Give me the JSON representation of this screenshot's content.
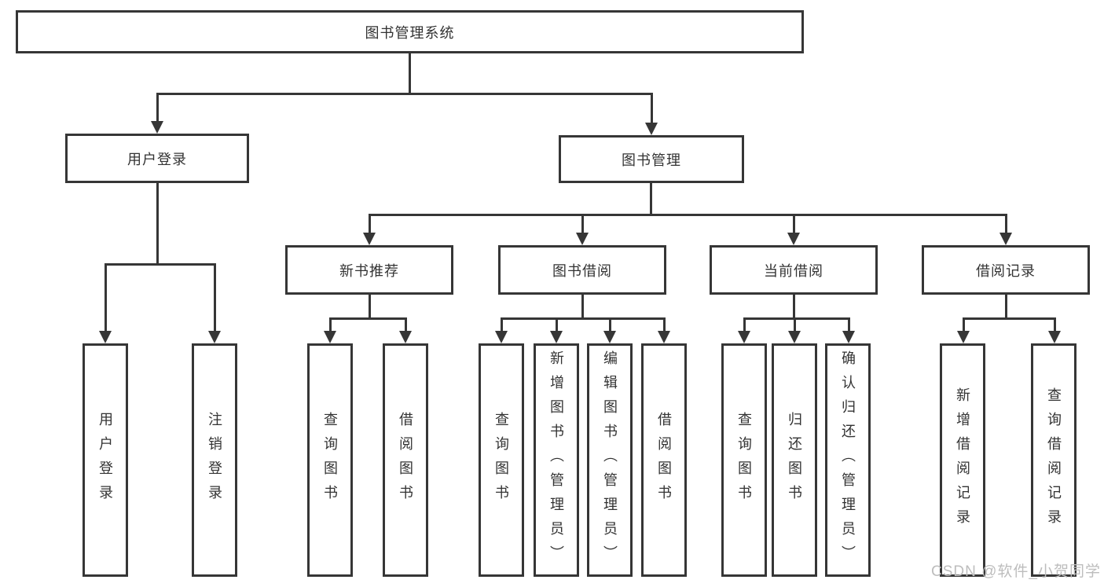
{
  "watermark": "CSDN @软件_小贺同学",
  "colors": {
    "line": "#363636",
    "text": "#333333",
    "watermark": "#bdbdbd"
  },
  "tree": {
    "label": "图书管理系统",
    "children": [
      {
        "label": "用户登录",
        "children": [
          {
            "label": "用户登录"
          },
          {
            "label": "注销登录"
          }
        ]
      },
      {
        "label": "图书管理",
        "children": [
          {
            "label": "新书推荐",
            "children": [
              {
                "label": "查询图书"
              },
              {
                "label": "借阅图书"
              }
            ]
          },
          {
            "label": "图书借阅",
            "children": [
              {
                "label": "查询图书"
              },
              {
                "label": "新增图书（管理员）"
              },
              {
                "label": "编辑图书（管理员）"
              },
              {
                "label": "借阅图书"
              }
            ]
          },
          {
            "label": "当前借阅",
            "children": [
              {
                "label": "查询图书"
              },
              {
                "label": "归还图书"
              },
              {
                "label": "确认归还（管理员）"
              }
            ]
          },
          {
            "label": "借阅记录",
            "children": [
              {
                "label": "新增借阅记录"
              },
              {
                "label": "查询借阅记录"
              }
            ]
          }
        ]
      }
    ]
  }
}
